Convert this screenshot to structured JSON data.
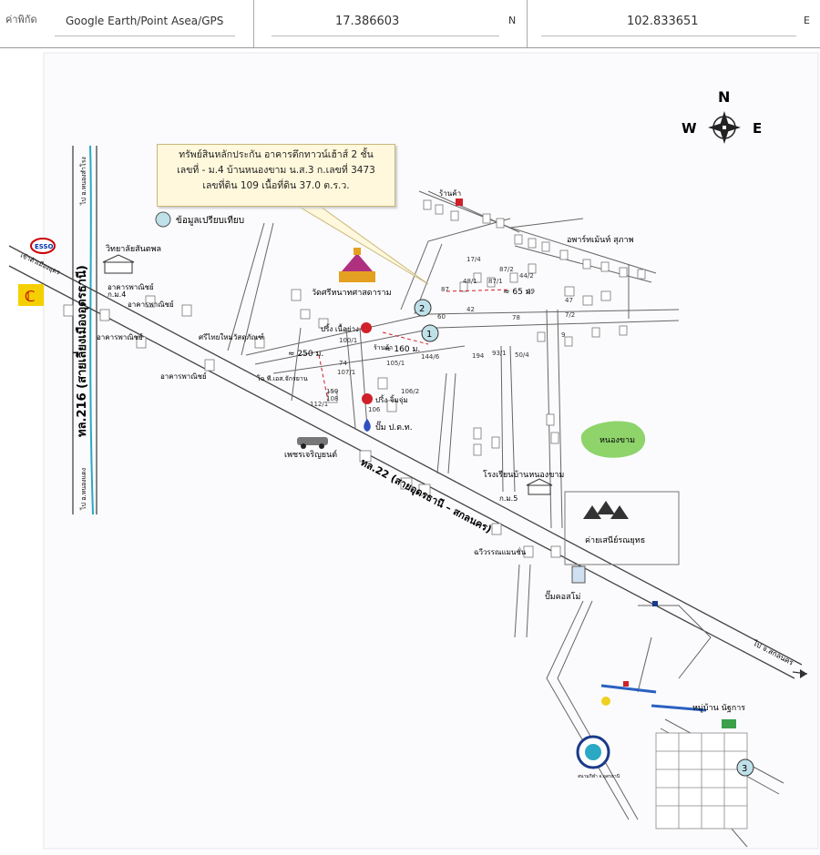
{
  "header": {
    "label": "ค่าพิกัด",
    "source": "Google Earth/Point Asea/GPS",
    "lat": "17.386603",
    "lat_dir": "N",
    "lon": "102.833651",
    "lon_dir": "E"
  },
  "compass": {
    "n": "N",
    "e": "E",
    "w": "W"
  },
  "asset_box": {
    "line1": "ทรัพย์สินหลักประกัน อาคารตึกทาวน์เฮ้าส์ 2 ชั้น",
    "line2": "เลขที่ - ม.4 บ้านหนองขาม น.ส.3 ก.เลขที่ 3473",
    "line3": "เลขที่ดิน 109 เนื้อที่ดิน 37.0 ต.ร.ว."
  },
  "legend": {
    "comparison": "ข้อมูลเปรียบเทียบ"
  },
  "roads": {
    "hwy216": "ทล.216 (สายเลี่ยงเมืองอุดรธานี)",
    "hwy22": "ทล.22 (สายอุดรธานี – สกลนคร)",
    "to_nongsamrong": "ไป อ.หนองสำโรง",
    "to_nongbua": "ไป อ.หนองแดง",
    "to_sakon": "ไป จ.สกลนคร",
    "to_city": "เข้าตัวเมืองอุดร"
  },
  "places": {
    "college": "วิทยาลัยสันตพล",
    "gor4": "ก.ม.4",
    "commercial1": "อาคารพาณิชย์",
    "commercial2": "อาคารพาณิชย์",
    "commercial3": "อาคารพาณิชย์",
    "commercial4": "อาคารพาณิชย์",
    "temple": "วัดศรีหนาทศาสดาราม",
    "apartment": "อพาร์ทเม้นท์ สุภาพ",
    "shop": "ร้านค้า",
    "srithai": "ศรีไทยใหม่วัสดุภัณฑ์",
    "ptt": "ปั๊ม ป.ต.ท.",
    "gas1": "ปริ้ง เนื้อย่าง",
    "gas2": "ปริ้ง จิ้มจุ่ม",
    "petch": "เพชรเจริญยนต์",
    "lake": "หนองขาม",
    "school": "โรงเรียนบ้านหนองขาม",
    "km5": "ก.ม.5",
    "camp": "ค่ายเสนีย์รณยุทธ",
    "chaiwat": "ฉวีวรรณแมนชั่น",
    "cosmo": "ปั๊มคอสโม่",
    "village": "หมู่บ้าน นัฐการ",
    "stadium": "สนามกีฬา จ.อุดรธานี",
    "office": "โฉ พี.เอส.จักรยาน",
    "store": "ร้านค้า"
  },
  "distances": {
    "d1": "≈ 65 ม.",
    "d2": "≈ 160 ม.",
    "d3": "≈ 250 ม."
  },
  "house_numbers": [
    "17/4",
    "87/2",
    "44/2",
    "87/1",
    "48/1",
    "49",
    "42",
    "7/2",
    "78",
    "50/4",
    "93/1",
    "194",
    "144/6",
    "105/1",
    "74",
    "107/1",
    "100/1",
    "159",
    "108",
    "106",
    "106/2",
    "112/1",
    "47",
    "9",
    "87",
    "60"
  ],
  "markers": {
    "m1": "1",
    "m2": "2",
    "m3": "3"
  },
  "brands": {
    "esso": "ESSO"
  },
  "colors": {
    "lake": "#8ed46a",
    "river": "#2aa8c4",
    "marker": "#bfe0e8",
    "box": "#fff8dc",
    "dashed": "#d0202a"
  }
}
